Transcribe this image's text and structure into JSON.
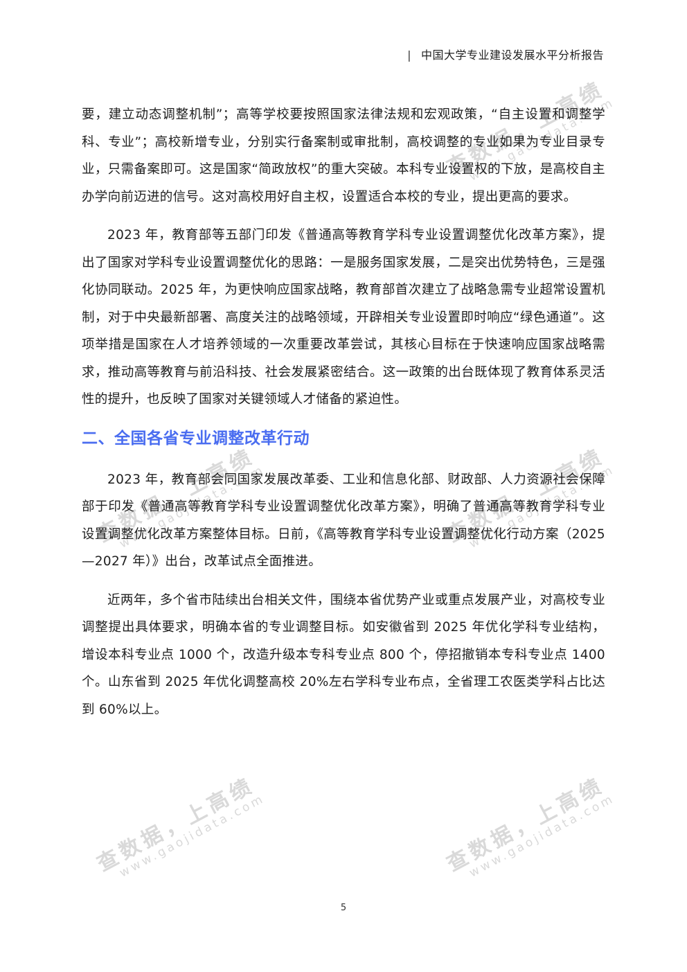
{
  "header": {
    "separator": "|",
    "title": "中国大学专业建设发展水平分析报告"
  },
  "paragraphs_top": [
    "要，建立动态调整机制”；高等学校要按照国家法律法规和宏观政策，“自主设置和调整学科、专业”；高校新增专业，分别实行备案制或审批制，高校调整的专业如果为专业目录专业，只需备案即可。这是国家“简政放权”的重大突破。本科专业设置权的下放，是高校自主办学向前迈进的信号。这对高校用好自主权，设置适合本校的专业，提出更高的要求。",
    "2023 年，教育部等五部门印发《普通高等教育学科专业设置调整优化改革方案》，提出了国家对学科专业设置调整优化的思路：一是服务国家发展，二是突出优势特色，三是强化协同联动。2025 年，为更快响应国家战略，教育部首次建立了战略急需专业超常设置机制，对于中央最新部署、高度关注的战略领域，开辟相关专业设置即时响应“绿色通道”。这项举措是国家在人才培养领域的一次重要改革尝试，其核心目标在于快速响应国家战略需求，推动高等教育与前沿科技、社会发展紧密结合。这一政策的出台既体现了教育体系灵活性的提升，也反映了国家对关键领域人才储备的紧迫性。"
  ],
  "section": {
    "title": "二、全国各省专业调整改革行动",
    "paragraphs": [
      "2023 年，教育部会同国家发展改革委、工业和信息化部、财政部、人力资源社会保障部于印发《普通高等教育学科专业设置调整优化改革方案》，明确了普通高等教育学科专业设置调整优化改革方案整体目标。日前，《高等教育学科专业设置调整优化行动方案（2025—2027 年）》出台，改革试点全面推进。",
      "近两年，多个省市陆续出台相关文件，围绕本省优势产业或重点发展产业，对高校专业调整提出具体要求，明确本省的专业调整目标。如安徽省到 2025 年优化学科专业结构，增设本科专业点 1000 个，改造升级本专科专业点 800 个，停招撤销本专科专业点 1400 个。山东省到 2025 年优化调整高校 20%左右学科专业布点，全省理工农医类学科占比达到 60%以上。"
    ]
  },
  "footer": {
    "page_number": "5"
  },
  "watermark": {
    "text": "查数据，上高绩",
    "url": "www.gaojidata.com"
  }
}
